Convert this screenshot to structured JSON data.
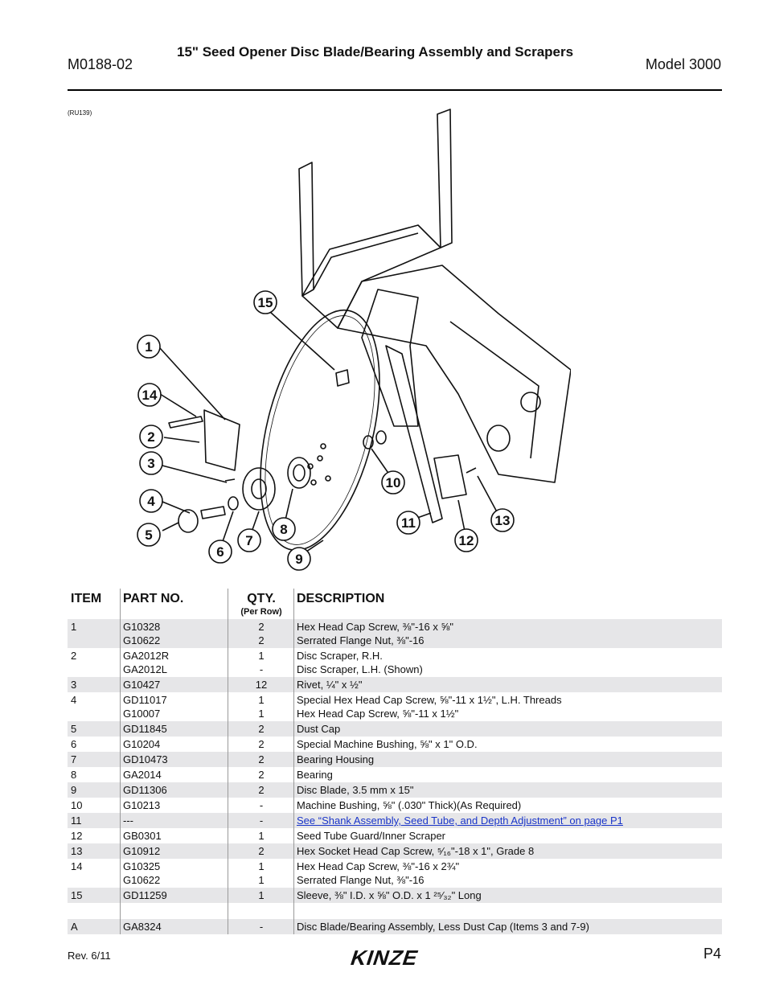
{
  "header": {
    "doc_id": "M0188-02",
    "title": "15\" Seed Opener Disc Blade/Bearing Assembly and Scrapers",
    "model": "Model 3000"
  },
  "figure": {
    "ref": "(RU139)",
    "callouts": [
      "1",
      "2",
      "3",
      "4",
      "5",
      "6",
      "7",
      "8",
      "9",
      "10",
      "11",
      "12",
      "13",
      "14",
      "15"
    ]
  },
  "table": {
    "headers": {
      "item": "ITEM",
      "part_no": "PART NO.",
      "qty": "QTY.",
      "qty_sub": "(Per Row)",
      "description": "DESCRIPTION"
    },
    "rows": [
      {
        "item": "1",
        "parts": [
          "G10328",
          "G10622"
        ],
        "qtys": [
          "2",
          "2"
        ],
        "descs": [
          "Hex Head Cap Screw, ⅜\"-16 x ⅝\"",
          "Serrated Flange Nut, ⅜\"-16"
        ]
      },
      {
        "item": "2",
        "parts": [
          "GA2012R",
          "GA2012L"
        ],
        "qtys": [
          "1",
          "-"
        ],
        "descs": [
          "Disc Scraper, R.H.",
          "Disc Scraper, L.H. (Shown)"
        ]
      },
      {
        "item": "3",
        "parts": [
          "G10427"
        ],
        "qtys": [
          "12"
        ],
        "descs": [
          "Rivet, ¼\" x ½\""
        ]
      },
      {
        "item": "4",
        "parts": [
          "GD11017",
          "G10007"
        ],
        "qtys": [
          "1",
          "1"
        ],
        "descs": [
          "Special Hex Head Cap Screw, ⅝\"-11 x 1½\", L.H. Threads",
          "Hex Head Cap Screw, ⅝\"-11 x 1½\""
        ]
      },
      {
        "item": "5",
        "parts": [
          "GD11845"
        ],
        "qtys": [
          "2"
        ],
        "descs": [
          "Dust Cap"
        ]
      },
      {
        "item": "6",
        "parts": [
          "G10204"
        ],
        "qtys": [
          "2"
        ],
        "descs": [
          "Special Machine Bushing, ⅝\" x 1\" O.D."
        ]
      },
      {
        "item": "7",
        "parts": [
          "GD10473"
        ],
        "qtys": [
          "2"
        ],
        "descs": [
          "Bearing Housing"
        ]
      },
      {
        "item": "8",
        "parts": [
          "GA2014"
        ],
        "qtys": [
          "2"
        ],
        "descs": [
          "Bearing"
        ]
      },
      {
        "item": "9",
        "parts": [
          "GD11306"
        ],
        "qtys": [
          "2"
        ],
        "descs": [
          "Disc Blade, 3.5 mm x 15\""
        ]
      },
      {
        "item": "10",
        "parts": [
          "G10213"
        ],
        "qtys": [
          "-"
        ],
        "descs": [
          "Machine Bushing, ⅝\" (.030\" Thick)(As Required)"
        ]
      },
      {
        "item": "11",
        "parts": [
          "---"
        ],
        "qtys": [
          "-"
        ],
        "descs": [
          "See “Shank Assembly, Seed Tube, and Depth Adjustment” on page P1"
        ],
        "link": true
      },
      {
        "item": "12",
        "parts": [
          "GB0301"
        ],
        "qtys": [
          "1"
        ],
        "descs": [
          "Seed Tube Guard/Inner Scraper"
        ]
      },
      {
        "item": "13",
        "parts": [
          "G10912"
        ],
        "qtys": [
          "2"
        ],
        "descs": [
          "Hex Socket Head Cap Screw, ⁵⁄₁₆\"-18 x 1\", Grade 8"
        ]
      },
      {
        "item": "14",
        "parts": [
          "G10325",
          "G10622"
        ],
        "qtys": [
          "1",
          "1"
        ],
        "descs": [
          "Hex Head Cap Screw, ⅜\"-16 x 2¾\"",
          "Serrated Flange Nut, ⅜\"-16"
        ]
      },
      {
        "item": "15",
        "parts": [
          "GD11259"
        ],
        "qtys": [
          "1"
        ],
        "descs": [
          "Sleeve, ⅜\" I.D. x ⅝\" O.D. x 1 ²⁵⁄₃₂\" Long"
        ]
      },
      {
        "blank": true
      },
      {
        "item": "A",
        "parts": [
          "GA8324"
        ],
        "qtys": [
          "-"
        ],
        "descs": [
          "Disc Blade/Bearing Assembly, Less Dust Cap (Items 3 and 7-9)"
        ]
      }
    ]
  },
  "footer": {
    "rev": "Rev. 6/11",
    "page": "P4",
    "logo_text": "KINZE"
  },
  "colors": {
    "shade": "#e6e6e8",
    "link": "#1a35c9",
    "rule": "#000000"
  }
}
